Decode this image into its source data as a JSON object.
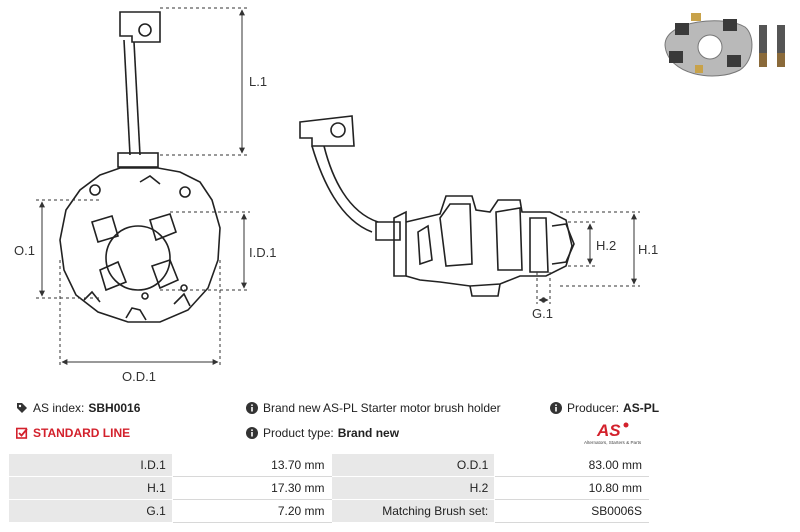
{
  "drawing": {
    "labels": {
      "l1": "L.1",
      "o1": "O.1",
      "id1": "I.D.1",
      "od1": "O.D.1",
      "h2": "H.2",
      "h1": "H.1",
      "g1": "G.1"
    }
  },
  "product": {
    "as_index_label": "AS index:",
    "as_index_value": "SBH0016",
    "description": "Brand new AS-PL Starter motor brush holder",
    "producer_label": "Producer:",
    "producer_value": "AS-PL",
    "standard_line": "STANDARD LINE",
    "product_type_label": "Product type:",
    "product_type_value": "Brand new",
    "logo_text": "AS",
    "logo_caption": "Alternators, Starters & Parts"
  },
  "specs": [
    {
      "k1": "I.D.1",
      "v1": "13.70 mm",
      "k2": "O.D.1",
      "v2": "83.00 mm"
    },
    {
      "k1": "H.1",
      "v1": "17.30 mm",
      "k2": "H.2",
      "v2": "10.80 mm"
    },
    {
      "k1": "G.1",
      "v1": "7.20 mm",
      "k2": "Matching Brush set:",
      "v2": "SB0006S"
    }
  ],
  "icons": {
    "as_index": "tag-icon",
    "description": "info-icon",
    "producer": "info-icon",
    "standard_line": "checkbox-icon",
    "product_type": "info-icon"
  },
  "colors": {
    "accent": "#d3212c",
    "table_label_bg": "#e8e8e8"
  }
}
